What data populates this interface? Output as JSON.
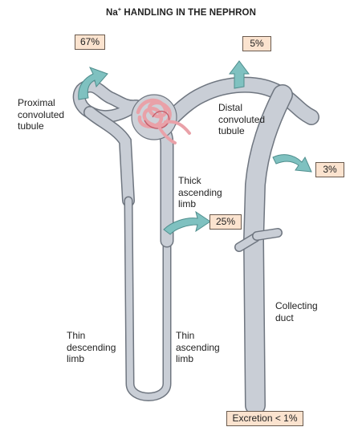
{
  "title": {
    "prefix": "Na",
    "superscript": "+",
    "rest": " HANDLING IN THE NEPHRON"
  },
  "labels": {
    "proximal": "Proximal\nconvoluted\ntubule",
    "distal": "Distal\nconvoluted\ntubule",
    "thick_ascending": "Thick\nascending\nlimb",
    "thin_descending": "Thin\ndescending\nlimb",
    "thin_ascending": "Thin\nascending\nlimb",
    "collecting": "Collecting\nduct"
  },
  "percentages": {
    "proximal": "67%",
    "distal": "5%",
    "thick_ascending": "25%",
    "collecting": "3%",
    "excretion": "Excretion < 1%"
  },
  "colors": {
    "tubule_fill": "#c9ced6",
    "tubule_edge": "#6f7680",
    "arrow_fill": "#7fc1c0",
    "box_fill": "#fbe3cf",
    "glomerulus": "#e9a1a8"
  }
}
